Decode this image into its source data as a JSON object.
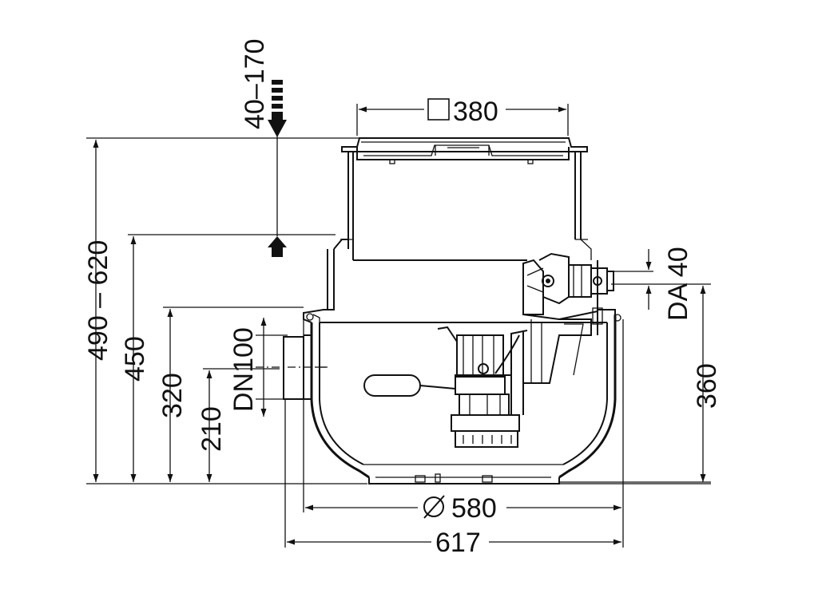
{
  "dimensions": {
    "adjust_range": "40–170",
    "cover_size": "380",
    "total_height": "490 – 620",
    "height_450": "450",
    "height_320": "320",
    "height_210": "210",
    "inlet_dn": "DN100",
    "outlet_da": "DA 40",
    "height_360": "360",
    "diameter": "580",
    "overall_width": "617"
  },
  "symbols": {
    "square": "square-symbol",
    "diameter": "diameter-symbol"
  }
}
